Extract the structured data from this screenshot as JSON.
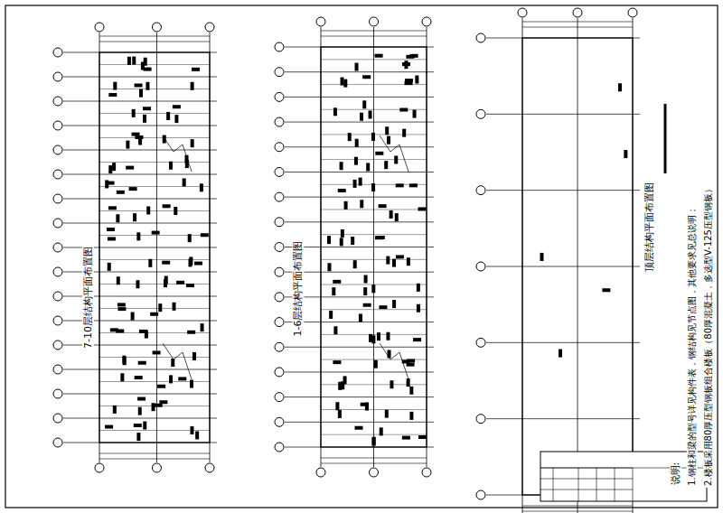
{
  "diagram": {
    "labels": [
      "7-10层结构平面布置图",
      "1-6层结构平面布置图",
      "顶层结构平面布置图",
      "说明:",
      "1.钢柱和梁的型号详见构件表，钢结构见节点图，其他要求见总说明；",
      "2.楼板采用80厚压型钢板组合楼板（80厚混凝土，多选型V-125压型钢板）"
    ]
  }
}
